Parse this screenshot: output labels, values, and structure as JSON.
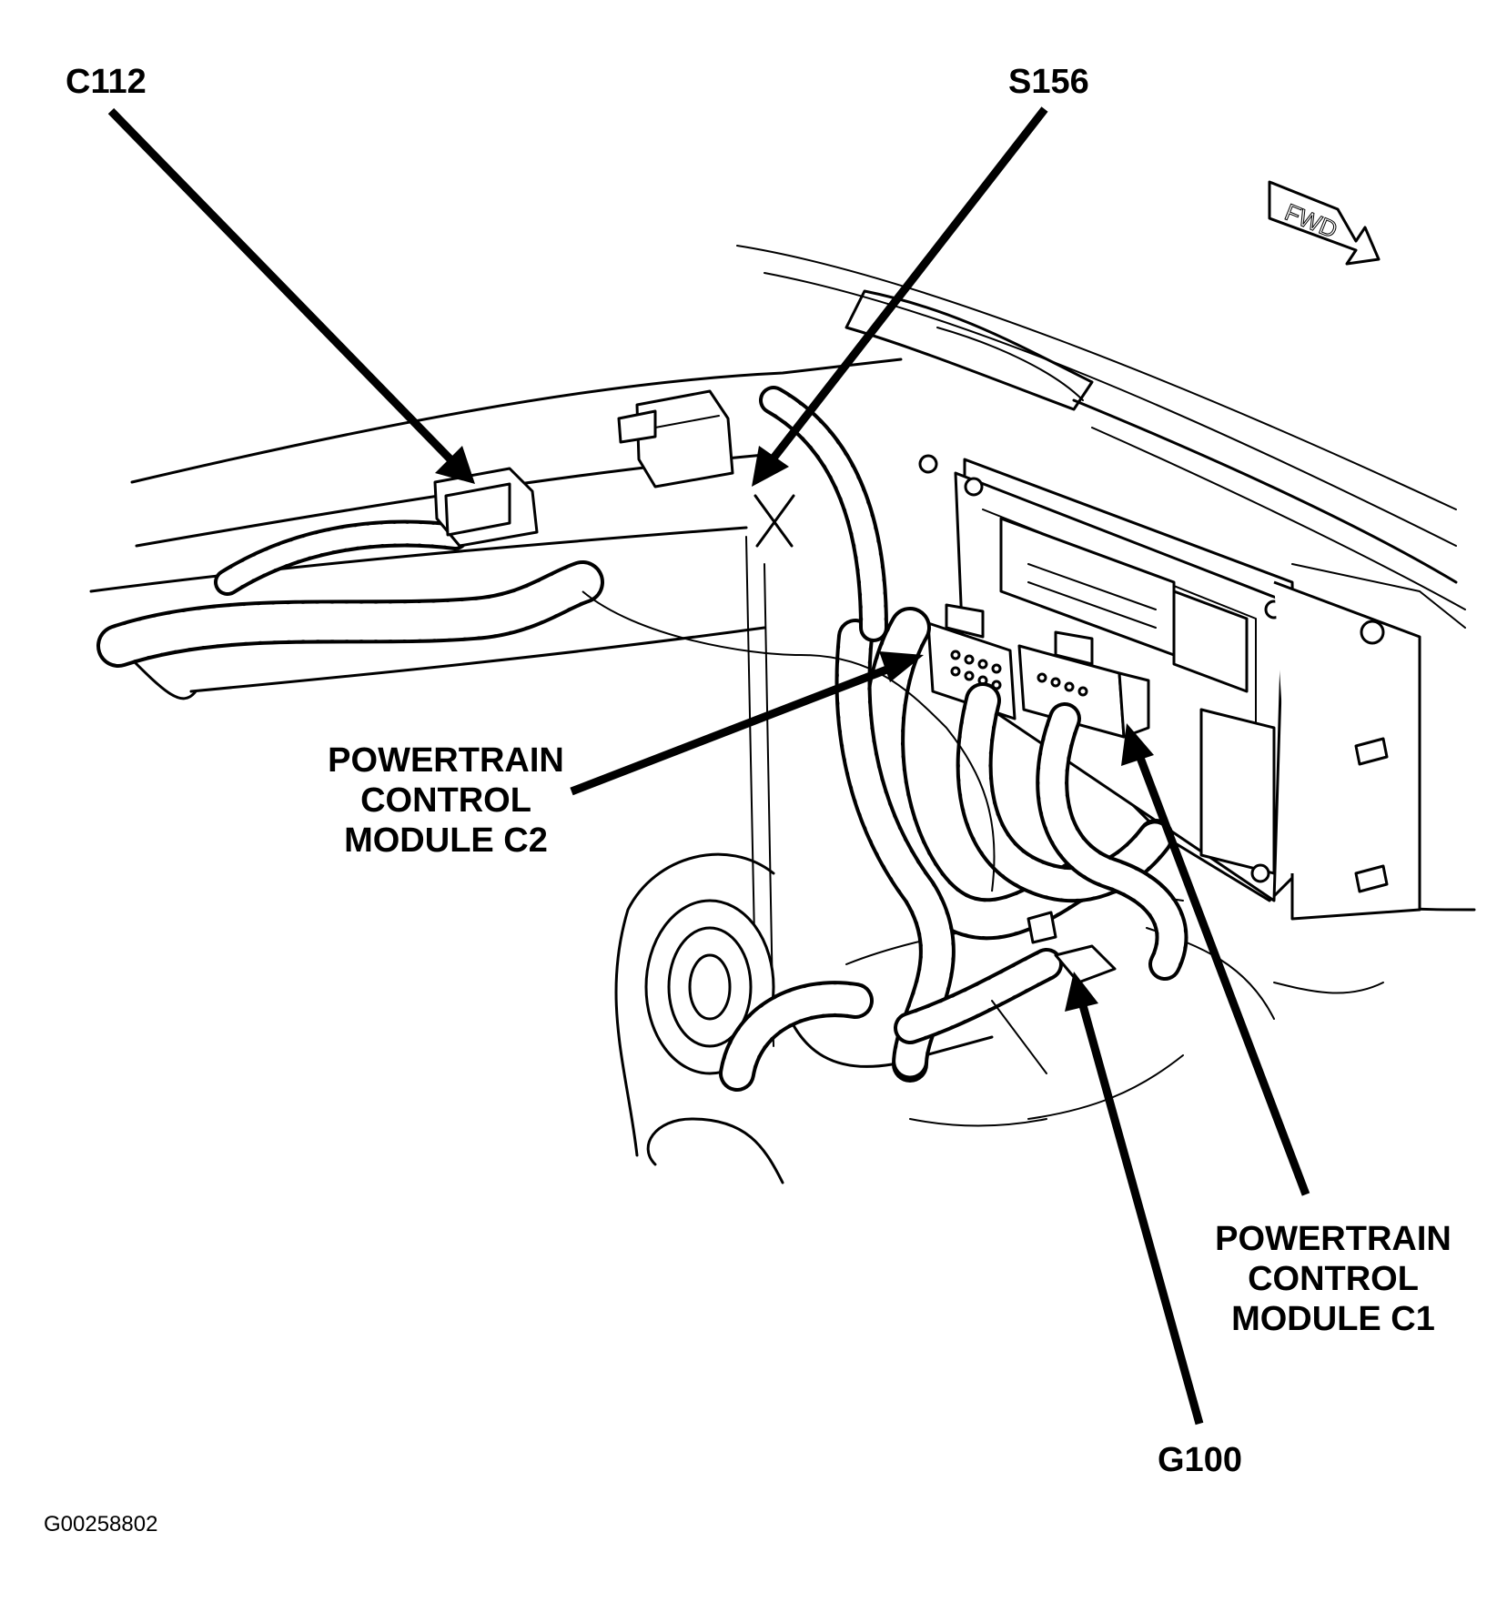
{
  "labels": {
    "c112": "C112",
    "s156": "S156",
    "pcm_c2": [
      "POWERTRAIN",
      "CONTROL",
      "MODULE C2"
    ],
    "pcm_c1": [
      "POWERTRAIN",
      "CONTROL",
      "MODULE C1"
    ],
    "g100": "G100",
    "fwd": "FWD"
  },
  "figure_id": "G00258802",
  "colors": {
    "ink": "#000000",
    "paper": "#ffffff"
  }
}
